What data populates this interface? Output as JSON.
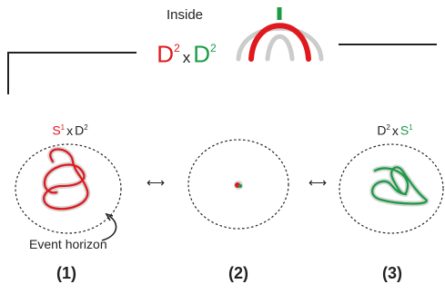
{
  "header": {
    "title": "Inside",
    "formula": {
      "left_base": "D",
      "left_exp": "2",
      "times": "x",
      "right_base": "D",
      "right_exp": "2"
    }
  },
  "stages": [
    {
      "label": "(1)",
      "formula": {
        "a_base": "S",
        "a_exp": "1",
        "times": "x",
        "b_base": "D",
        "b_exp": "2"
      }
    },
    {
      "label": "(2)"
    },
    {
      "label": "(3)",
      "formula": {
        "a_base": "D",
        "a_exp": "2",
        "times": "x",
        "b_base": "S",
        "b_exp": "1"
      }
    }
  ],
  "arrows": [
    "⟷",
    "⟷"
  ],
  "event_horizon_label": "Event horizon",
  "colors": {
    "red": "#e0191f",
    "green": "#1c9b45",
    "gray": "#cccccc",
    "dark": "#222222"
  }
}
